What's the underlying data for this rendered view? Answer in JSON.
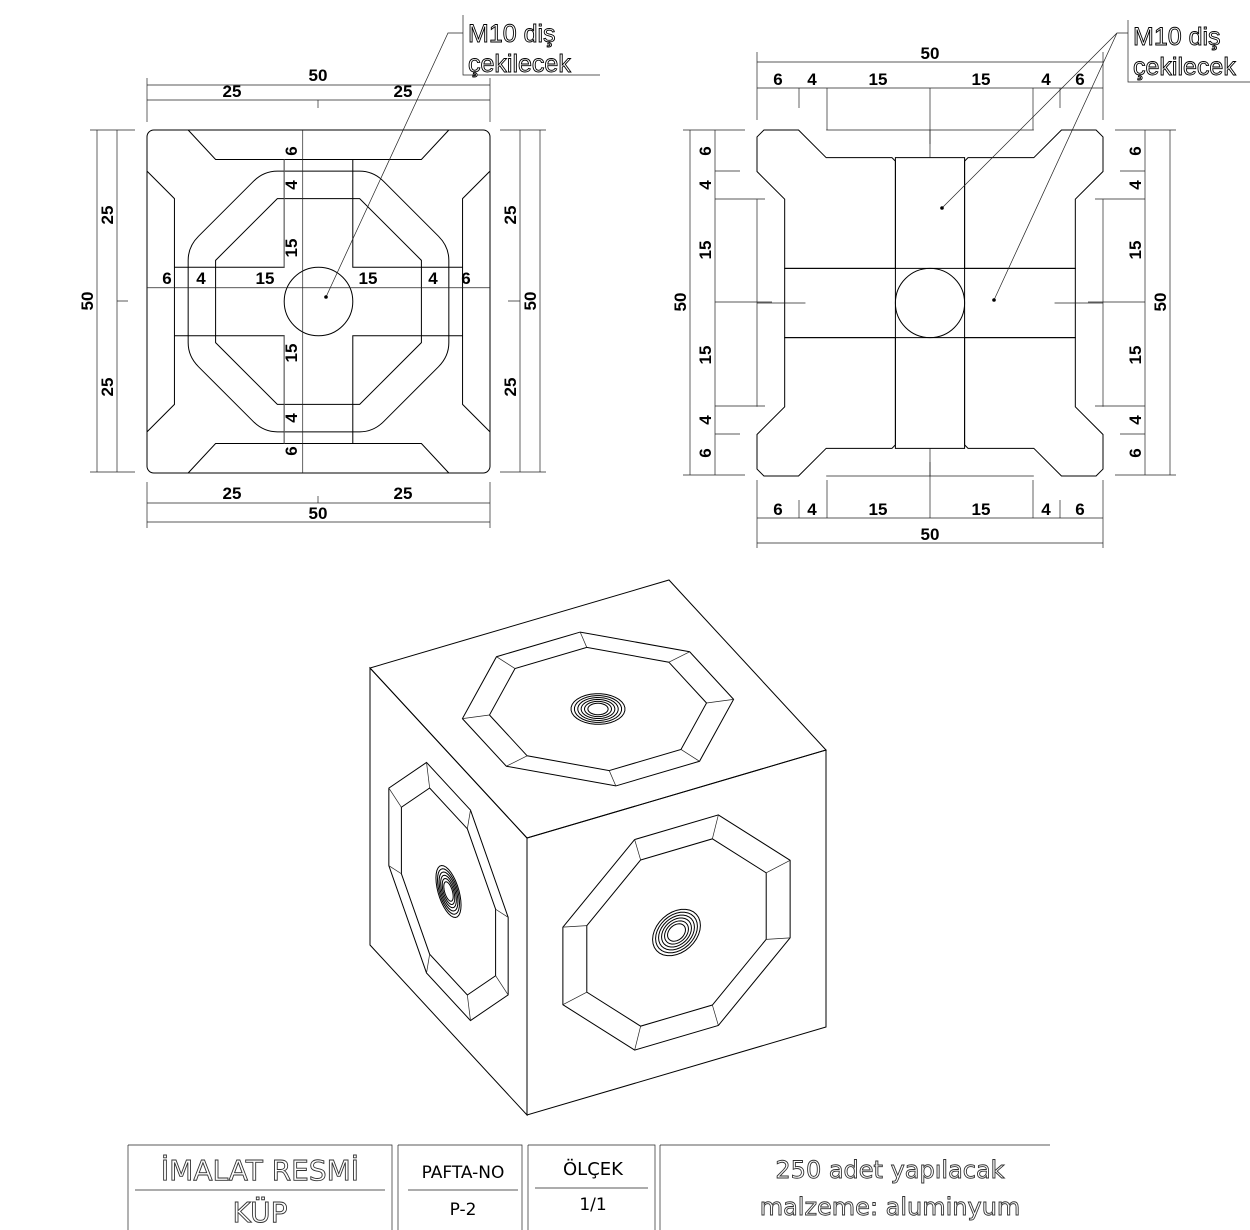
{
  "left_view": {
    "callout": [
      "M10 diş",
      "çekilecek"
    ],
    "top_total": "50",
    "top_halves": [
      "25",
      "25"
    ],
    "bottom_halves": [
      "25",
      "25"
    ],
    "bottom_total": "50",
    "left_total": "50",
    "left_halves": [
      "25",
      "25"
    ],
    "right_total": "50",
    "right_halves": [
      "25",
      "25"
    ],
    "horizontal_chain": [
      "6",
      "4",
      "15",
      "15",
      "4",
      "6"
    ],
    "vertical_chain": [
      "6",
      "4",
      "15",
      "15",
      "4",
      "6"
    ]
  },
  "right_view": {
    "callout": [
      "M10 diş",
      "çekilecek"
    ],
    "top_total": "50",
    "top_chain": [
      "6",
      "4",
      "15",
      "15",
      "4",
      "6"
    ],
    "bottom_chain": [
      "6",
      "4",
      "15",
      "15",
      "4",
      "6"
    ],
    "bottom_total": "50",
    "left_total": "50",
    "left_chain": [
      "6",
      "4",
      "15",
      "15",
      "4",
      "6"
    ],
    "right_total": "50",
    "right_chain": [
      "6",
      "4",
      "15",
      "15",
      "4",
      "6"
    ]
  },
  "title_block": {
    "title": "İMALAT RESMİ",
    "part_name": "KÜP",
    "sheet_label": "PAFTA-NO",
    "sheet_no": "P-2",
    "scale_label": "ÖLÇEK",
    "scale": "1/1",
    "notes": [
      "250 adet yapılacak",
      "malzeme: aluminyum"
    ]
  }
}
